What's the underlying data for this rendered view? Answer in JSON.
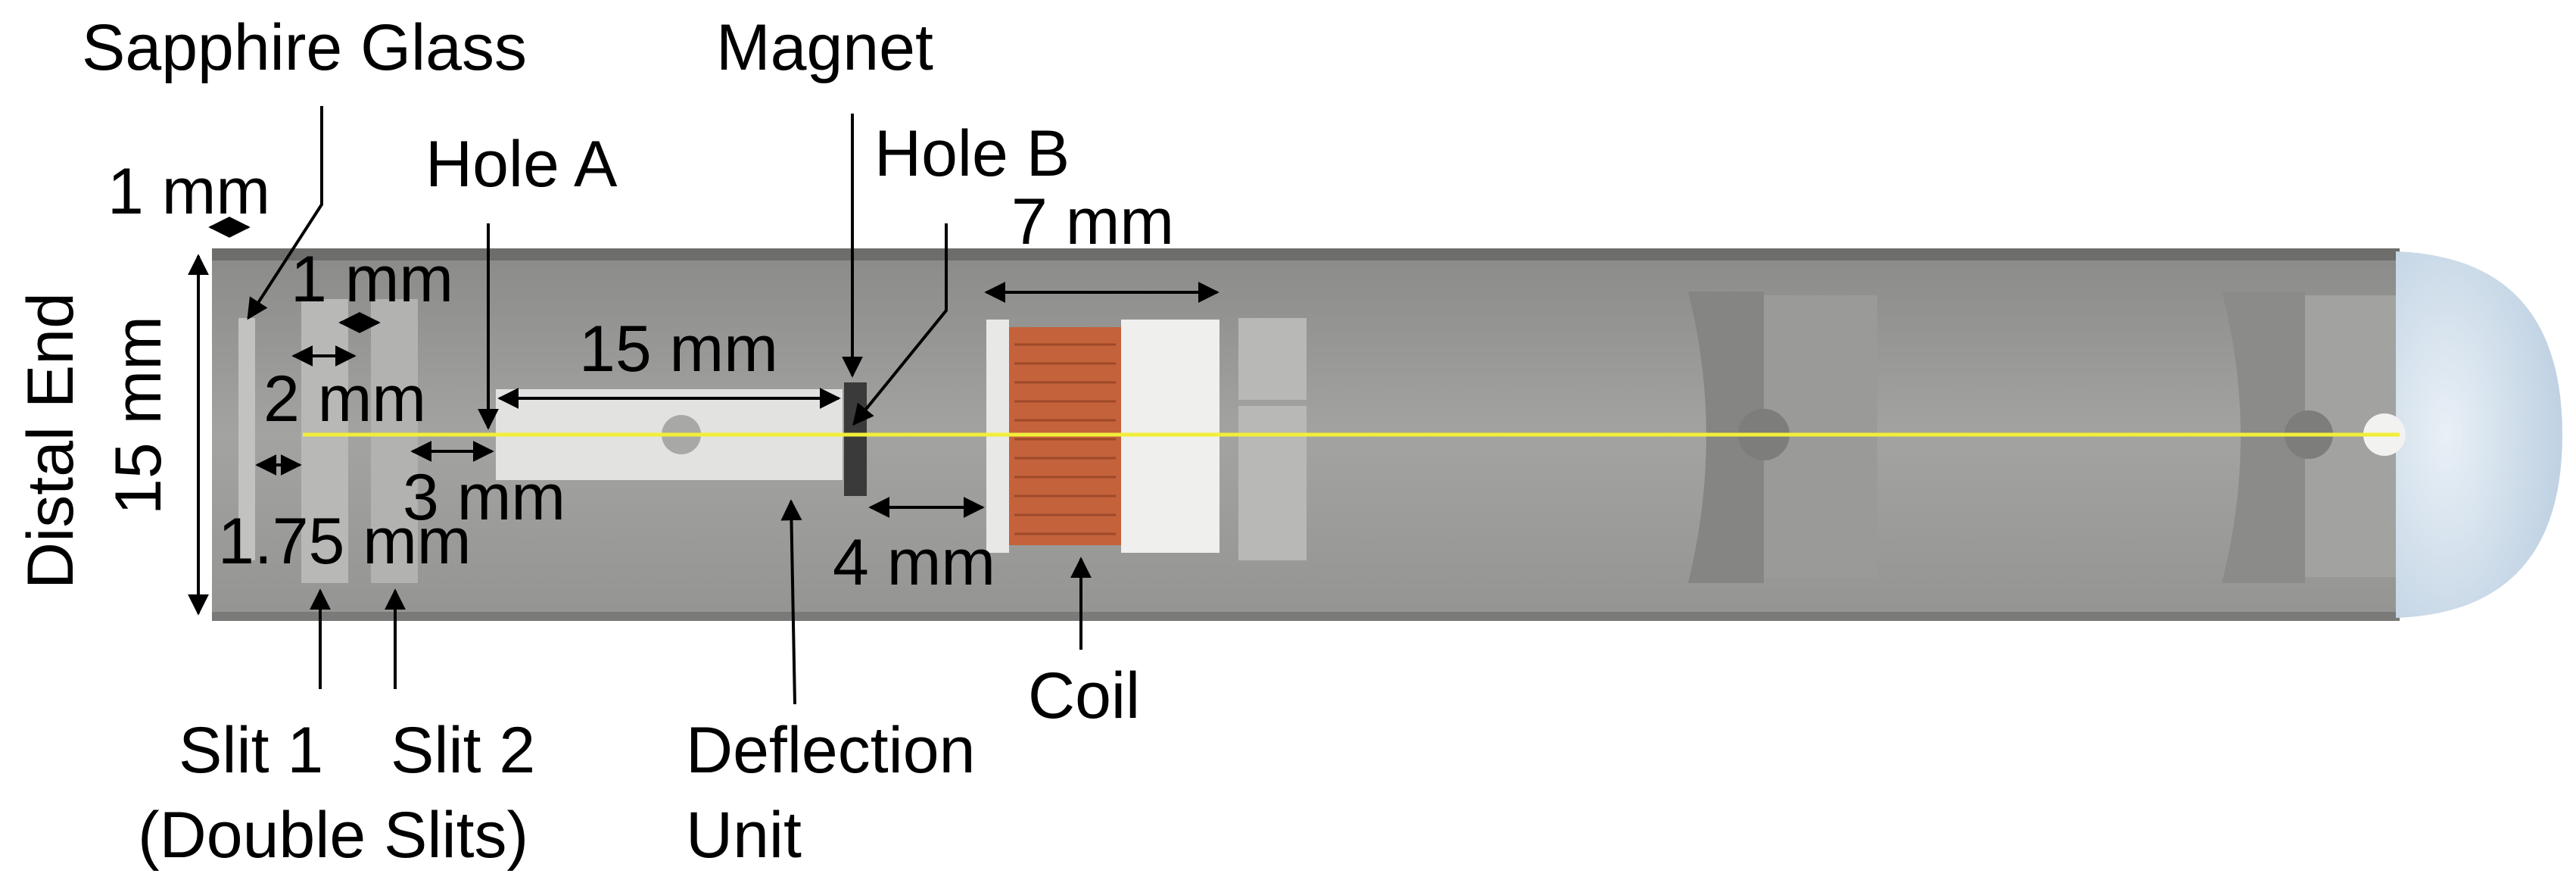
{
  "labels": {
    "sapphire_glass": "Sapphire Glass",
    "magnet": "Magnet",
    "hole_a": "Hole A",
    "hole_b": "Hole B",
    "dim_1mm_top": "1 mm",
    "dim_1mm_inner": "1 mm",
    "dim_2mm": "2 mm",
    "dim_3mm": "3 mm",
    "dim_1_75mm": "1.75 mm",
    "dim_15mm_unit": "15 mm",
    "dim_7mm": "7 mm",
    "dim_4mm": "4 mm",
    "distal_end": "Distal End",
    "dim_15mm_height": "15 mm",
    "coil": "Coil",
    "slit1": "Slit 1",
    "slit2": "Slit 2",
    "double_slits": "(Double Slits)",
    "deflection_line1": "Deflection",
    "deflection_line2": "Unit"
  },
  "colors": {
    "body": "#9a9a98",
    "body_edge": "#6d6d6b",
    "beam": "#f2ee3a",
    "coil": "#c4623c",
    "magnet": "#3a3a3a",
    "cap": "#cfdde9"
  }
}
